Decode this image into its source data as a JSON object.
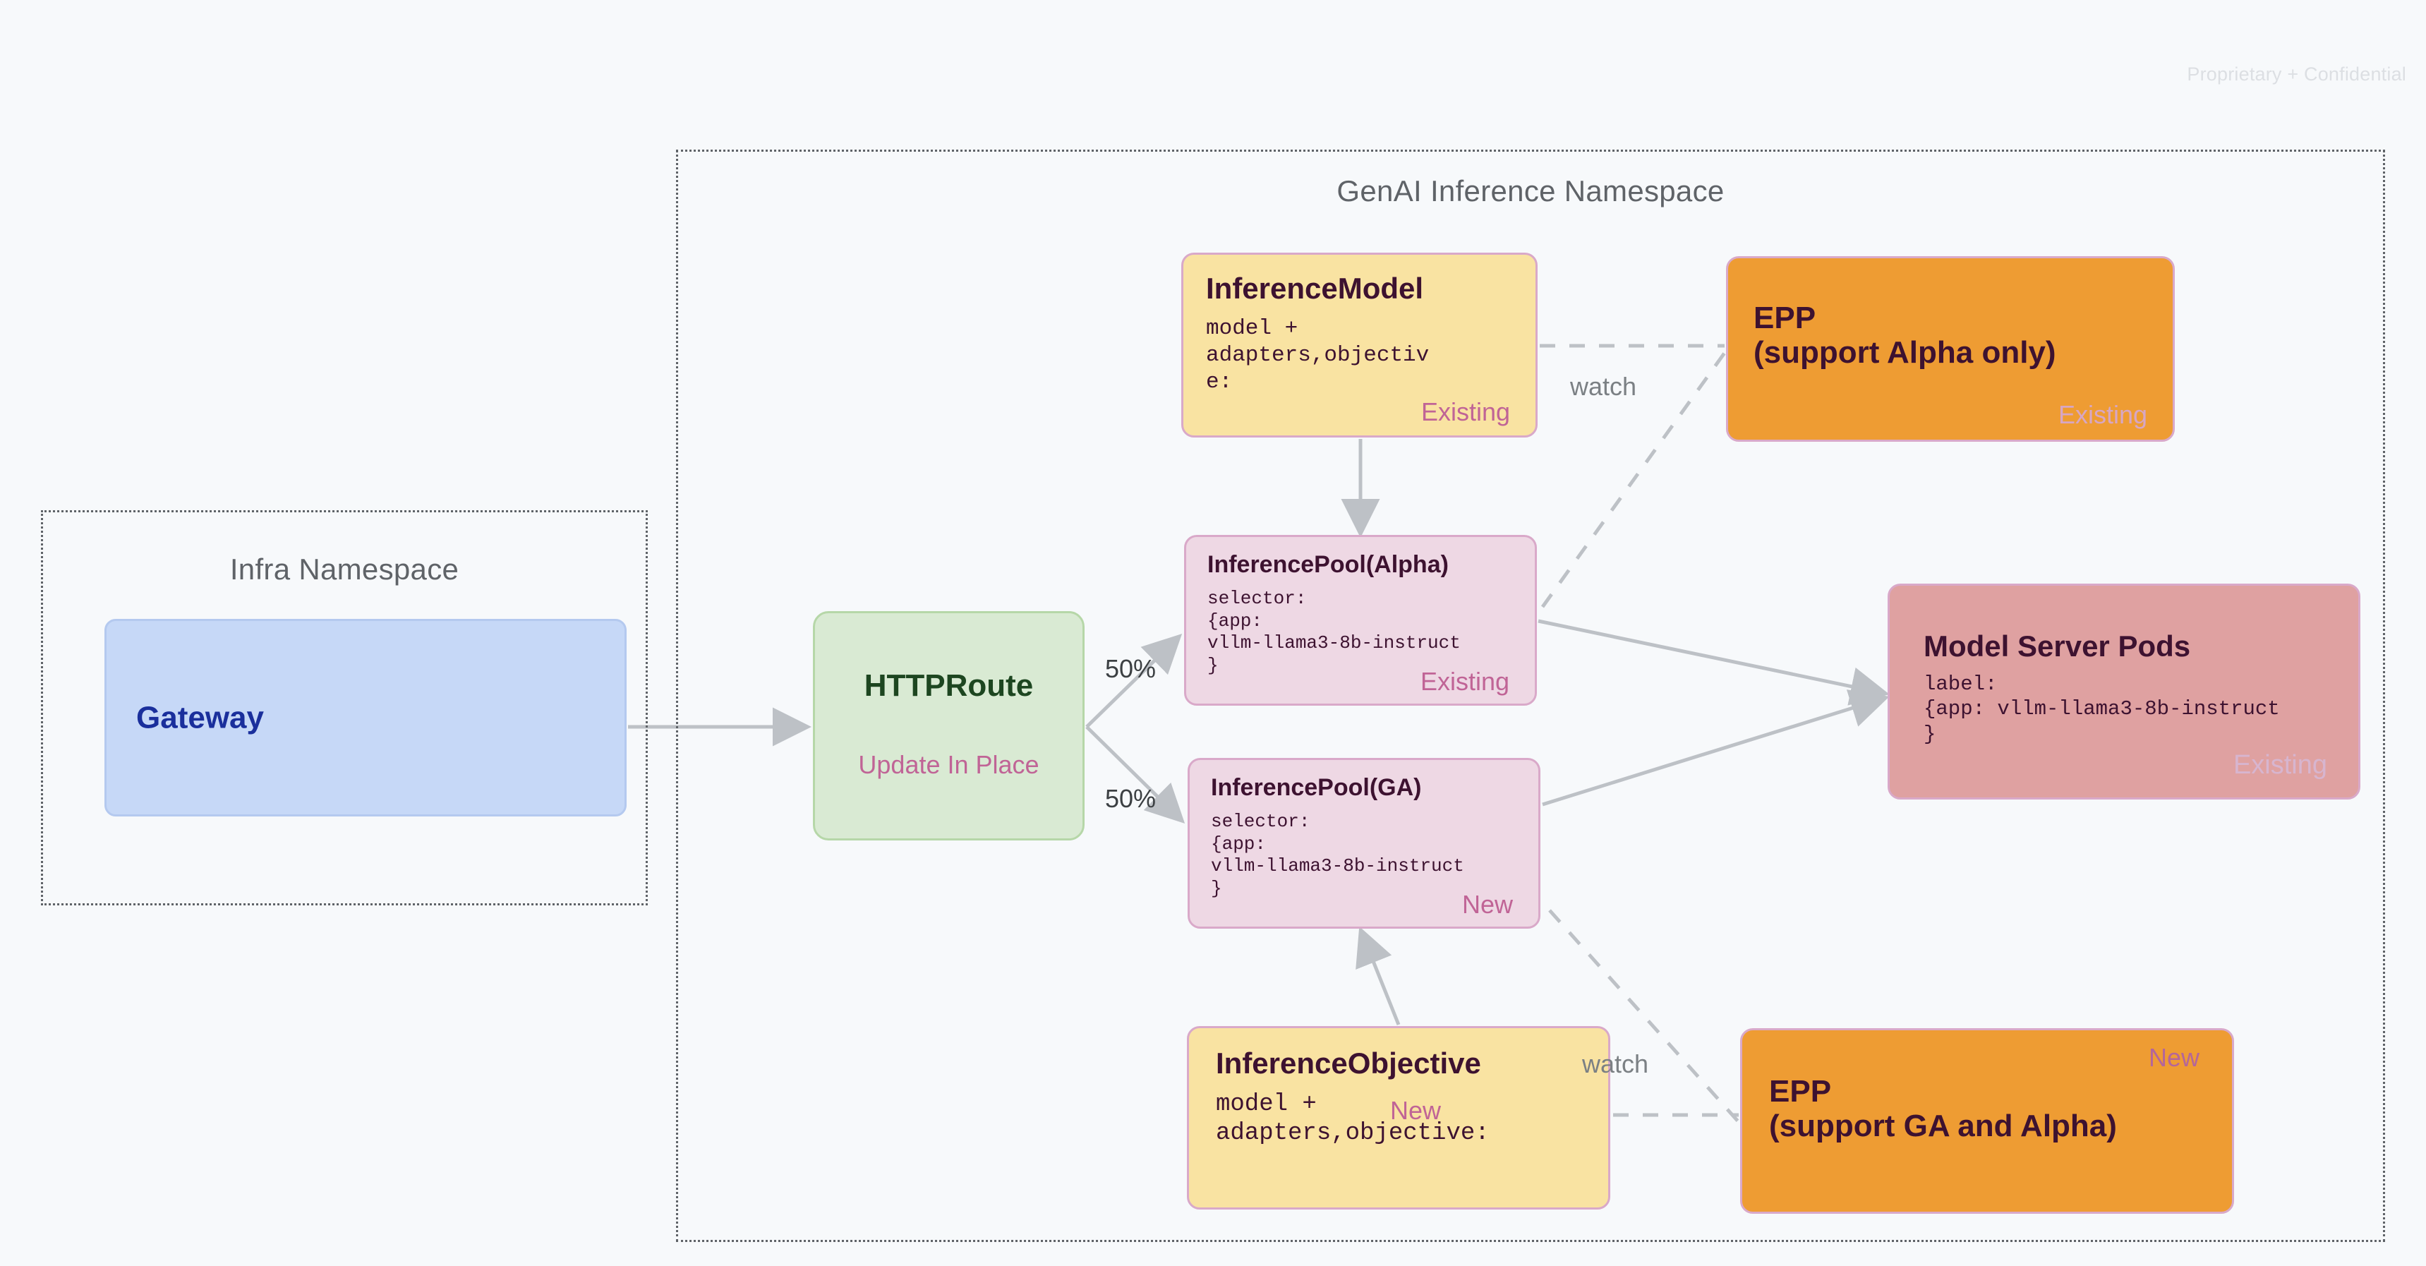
{
  "page": {
    "confidential": "Proprietary + Confidential"
  },
  "namespaces": {
    "infra": {
      "title": "Infra Namespace"
    },
    "genai": {
      "title": "GenAI Inference Namespace"
    }
  },
  "nodes": {
    "gateway": {
      "title": "Gateway"
    },
    "httproute": {
      "title": "HTTPRoute",
      "badge": "Update In Place"
    },
    "inference_model": {
      "title": "InferenceModel",
      "body": "model +\nadapters,objectiv\ne:",
      "badge": "Existing"
    },
    "pool_alpha": {
      "title": "InferencePool(Alpha)",
      "body": "selector:\n{app:\nvllm-llama3-8b-instruct\n}",
      "badge": "Existing"
    },
    "pool_ga": {
      "title": "InferencePool(GA)",
      "body": "selector:\n{app:\nvllm-llama3-8b-instruct\n}",
      "badge": "New"
    },
    "inference_objective": {
      "title": "InferenceObjective",
      "body": "model +\nadapters,objective:",
      "badge": "New"
    },
    "epp_alpha": {
      "title": "EPP\n(support Alpha only)",
      "badge": "Existing"
    },
    "epp_ga": {
      "title": "EPP\n(support GA and Alpha)",
      "badge": "New"
    },
    "model_server_pods": {
      "title": "Model Server Pods",
      "body": "label:\n{app: vllm-llama3-8b-instruct\n}",
      "badge": "Existing"
    }
  },
  "edges": {
    "split_top": "50%",
    "split_bottom": "50%",
    "watch_top": "watch",
    "watch_bottom": "watch"
  },
  "colors": {
    "background": "#f7f9fb",
    "yellow_node": "#f9e3a2",
    "pink_node": "#eed8e4",
    "orange_node": "#ee9c33",
    "red_node": "#dfa1a1",
    "blue_node": "#c6d8f7",
    "green_node": "#d9ead3",
    "node_text": "#3d1230",
    "badge_pink": "#c06496",
    "gateway_text": "#1a2f9c",
    "httproute_text": "#1d4620",
    "edge_gray": "#bdc1c6",
    "namespace_border": "#5f6368"
  }
}
